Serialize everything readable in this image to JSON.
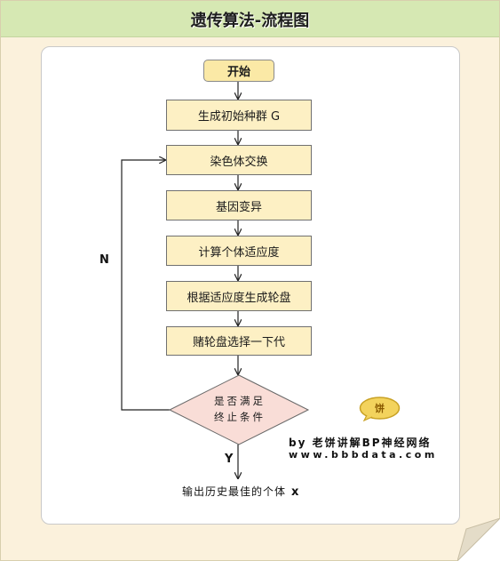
{
  "title": "遗传算法-流程图",
  "start_label": "开始",
  "steps": [
    "生成初始种群 G",
    "染色体交换",
    "基因变异",
    "计算个体适应度",
    "根据适应度生成轮盘",
    "赌轮盘选择一下代"
  ],
  "decision": {
    "line1": "是否满足",
    "line2": "终止条件"
  },
  "branch_no": "N",
  "branch_yes": "Y",
  "output": {
    "text": "输出历史最佳的个体",
    "symbol": "x"
  },
  "badge": "饼",
  "credit": {
    "line1": "by 老饼讲解BP神经网络",
    "line2": "www.bbbdata.com"
  }
}
